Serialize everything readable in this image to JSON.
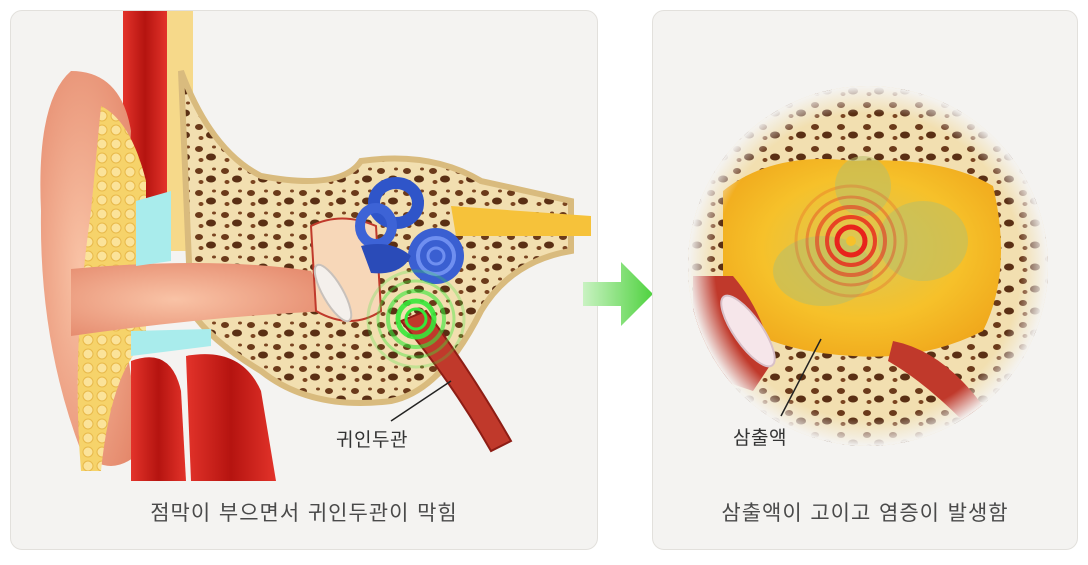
{
  "left": {
    "label": "귀인두관",
    "caption": "점막이 부으면서 귀인두관이 막힘"
  },
  "right": {
    "label": "삼출액",
    "caption": "삼출액이 고이고 염증이 발생함"
  },
  "colors": {
    "skin": "#f2a07f",
    "cartilage": "#f6d98a",
    "bone": "#e8cf9a",
    "blood_red": "#d8231c",
    "inner_ear_blue": "#2f55c9",
    "fluid_yellow": "#f7c52a",
    "ring_green": "#36e83a",
    "ring_red": "#e8231c",
    "arrow_green": "#4fd23f"
  }
}
